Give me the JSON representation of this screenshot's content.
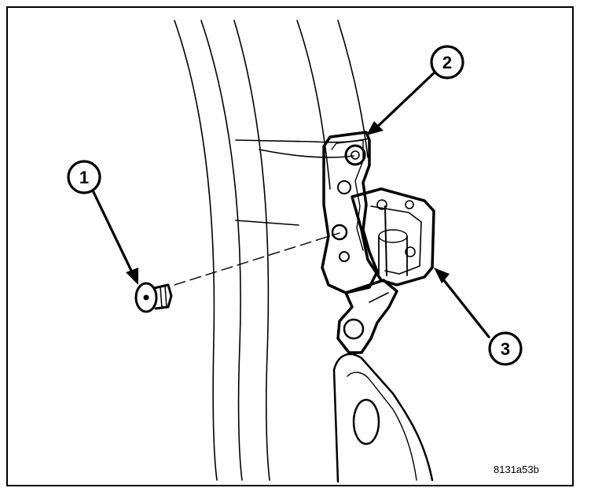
{
  "figure": {
    "id": "8131a53b",
    "callouts": [
      {
        "number": "1"
      },
      {
        "number": "2"
      },
      {
        "number": "3"
      }
    ]
  }
}
